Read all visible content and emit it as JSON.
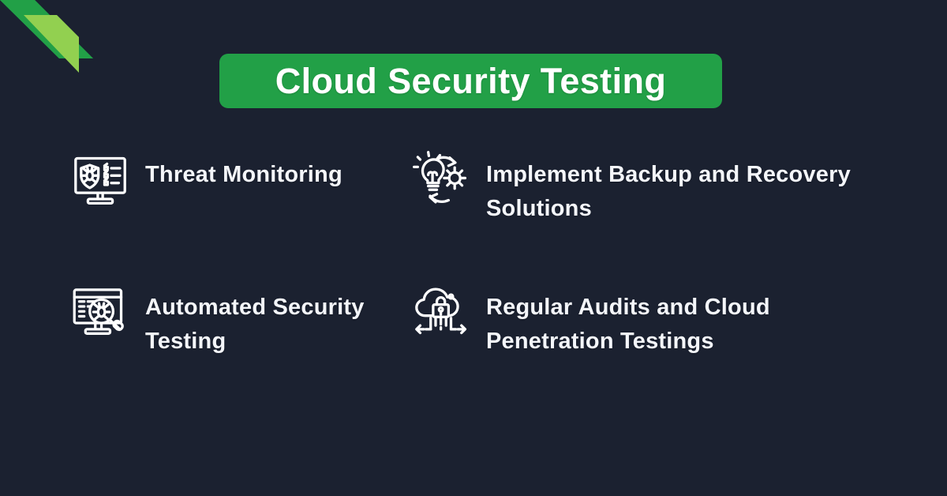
{
  "theme": {
    "background": "#1b2130",
    "accent_green": "#22a047",
    "accent_light_green": "#92d050",
    "text_color": "#f4f6fa",
    "title_text_color": "#ffffff"
  },
  "decoration": {
    "name": "corner-ribbon",
    "stripe_dark_color": "#22a047",
    "stripe_light_color": "#92d050"
  },
  "header": {
    "title": "Cloud Security Testing",
    "banner_color": "#22a047"
  },
  "features": [
    {
      "id": "threat-monitoring",
      "icon": "monitor-shield-bug-icon",
      "label": "Threat Monitoring"
    },
    {
      "id": "backup-recovery",
      "icon": "lightbulb-gear-cycle-icon",
      "label": "Implement Backup and Recovery Solutions"
    },
    {
      "id": "automated-security-testing",
      "icon": "monitor-magnifier-bug-icon",
      "label": "Automated Security Testing"
    },
    {
      "id": "audits-penetration-testing",
      "icon": "cloud-lock-arrows-icon",
      "label": "Regular Audits and Cloud Penetration Testings"
    }
  ]
}
